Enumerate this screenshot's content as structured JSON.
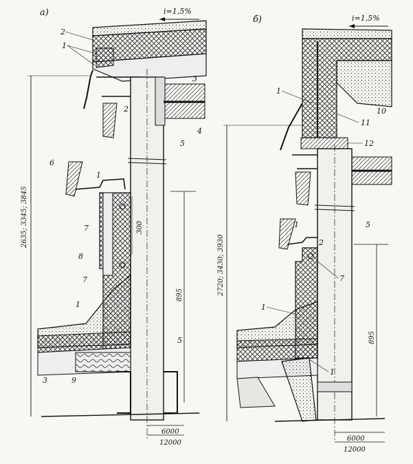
{
  "panels": {
    "a": {
      "title": "а)",
      "slope": "i=1,5%",
      "height_dim": "2635; 3345; 3845",
      "dim_300": "300",
      "dim_895": "895",
      "span_top": "6000",
      "span_bottom": "12000",
      "callouts": [
        "2",
        "1",
        "3",
        "2",
        "4",
        "5",
        "6",
        "1",
        "7",
        "8",
        "7",
        "1",
        "5",
        "3",
        "9"
      ]
    },
    "b": {
      "title": "б)",
      "slope": "i=1,5%",
      "height_dim": "2720; 3430; 3930",
      "dim_895": "895",
      "span_top": "6000",
      "span_bottom": "12000",
      "callouts": [
        "1",
        "10",
        "11",
        "12",
        "5",
        "1",
        "2",
        "7",
        "1",
        "1"
      ]
    }
  }
}
